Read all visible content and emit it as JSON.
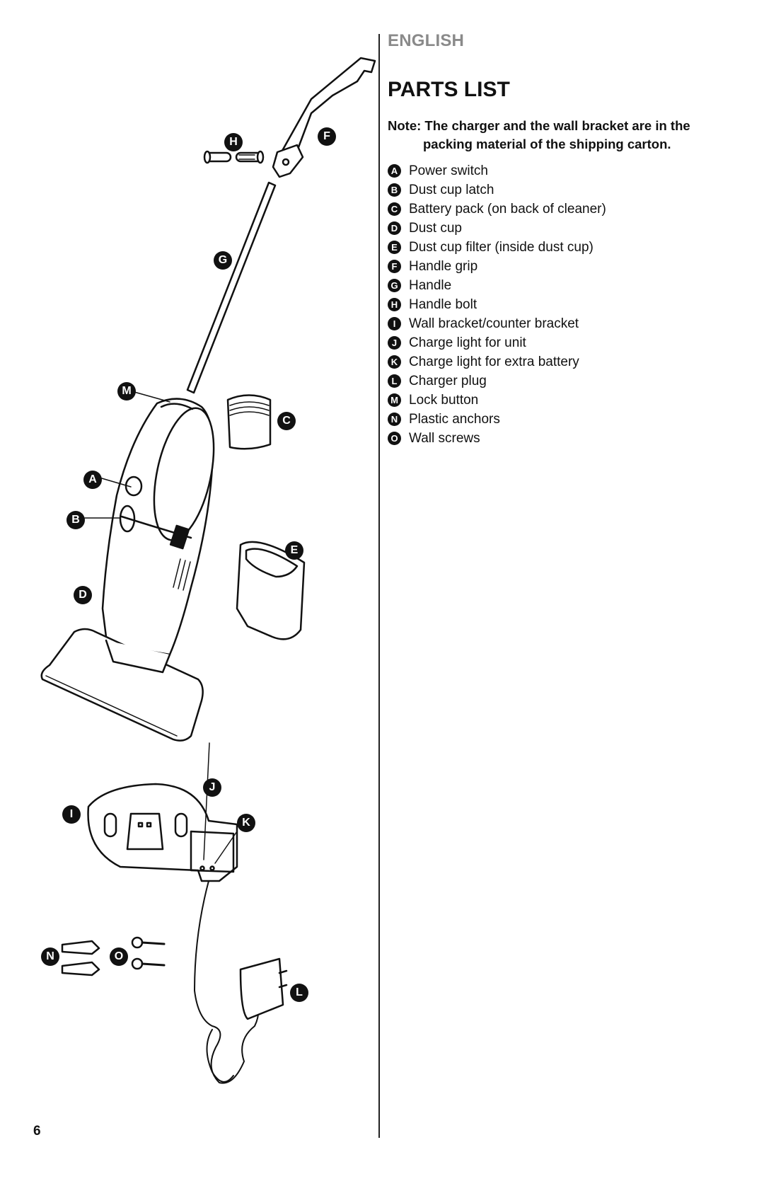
{
  "header": {
    "language": "ENGLISH",
    "title": "PARTS LIST"
  },
  "note": {
    "line1": "Note: The charger and the wall bracket are in the",
    "line2": "packing material of the shipping carton."
  },
  "parts": [
    {
      "letter": "A",
      "label": "Power switch"
    },
    {
      "letter": "B",
      "label": "Dust cup latch"
    },
    {
      "letter": "C",
      "label": "Battery pack (on back of cleaner)"
    },
    {
      "letter": "D",
      "label": "Dust cup"
    },
    {
      "letter": "E",
      "label": "Dust cup filter (inside dust cup)"
    },
    {
      "letter": "F",
      "label": "Handle grip"
    },
    {
      "letter": "G",
      "label": "Handle"
    },
    {
      "letter": "H",
      "label": "Handle bolt"
    },
    {
      "letter": "I",
      "label": "Wall bracket/counter bracket"
    },
    {
      "letter": "J",
      "label": "Charge light for unit"
    },
    {
      "letter": "K",
      "label": "Charge light for extra battery"
    },
    {
      "letter": "L",
      "label": "Charger plug"
    },
    {
      "letter": "M",
      "label": "Lock button"
    },
    {
      "letter": "N",
      "label": "Plastic anchors"
    },
    {
      "letter": "O",
      "label": "Wall screws"
    }
  ],
  "diagram_labels": {
    "A": "A",
    "B": "B",
    "C": "C",
    "D": "D",
    "E": "E",
    "F": "F",
    "G": "G",
    "H": "H",
    "I": "I",
    "J": "J",
    "K": "K",
    "L": "L",
    "M": "M",
    "N": "N",
    "O": "O"
  },
  "footer": {
    "page_number": "6"
  }
}
